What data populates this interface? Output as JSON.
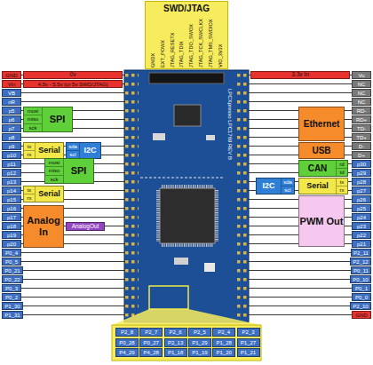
{
  "diagram": {
    "nodes": [
      {
        "text": [
          "SWD/JTAG",
          "GNDX",
          "EXT_POWX",
          "JTAG_RESETX",
          "JTAG_TDIX",
          "JTAG_TDO_SWOX",
          "JTAG_TCK_SWCLKX",
          "JTAG_TMS_SWDIOX",
          "VIO_3V3X"
        ]
      },
      {
        "text": [
          "GND"
        ]
      },
      {
        "text": [
          "Vin"
        ]
      },
      {
        "text": [
          "VB"
        ]
      },
      {
        "text": [
          "nR"
        ]
      },
      {
        "text": [
          "p5"
        ]
      },
      {
        "text": [
          "p6"
        ]
      },
      {
        "text": [
          "p7"
        ]
      },
      {
        "text": [
          "p8"
        ]
      },
      {
        "text": [
          "p9"
        ]
      },
      {
        "text": [
          "p10"
        ]
      },
      {
        "text": [
          "p11"
        ]
      },
      {
        "text": [
          "p12"
        ]
      },
      {
        "text": [
          "p13"
        ]
      },
      {
        "text": [
          "p14"
        ]
      },
      {
        "text": [
          "p15"
        ]
      },
      {
        "text": [
          "p16"
        ]
      },
      {
        "text": [
          "p17"
        ]
      },
      {
        "text": [
          "p18"
        ]
      },
      {
        "text": [
          "p19"
        ]
      },
      {
        "text": [
          "p20"
        ]
      },
      {
        "text": [
          "P0_4"
        ]
      },
      {
        "text": [
          "P0_5"
        ]
      },
      {
        "text": [
          "P0_21"
        ]
      },
      {
        "text": [
          "P0_22"
        ]
      },
      {
        "text": [
          "P0_3"
        ]
      },
      {
        "text": [
          "P0_2"
        ]
      },
      {
        "text": [
          "P1_30"
        ]
      },
      {
        "text": [
          "P1_31"
        ]
      },
      {
        "text": [
          "0v"
        ]
      },
      {
        "text": [
          "4.5v - 5.5v (or 5v SWD/JTAG)"
        ]
      },
      {
        "text": [
          "mosi",
          "miso",
          "sck",
          "SPI"
        ]
      },
      {
        "text": [
          "tx",
          "rx",
          "Serial"
        ]
      },
      {
        "text": [
          "sda",
          "scl",
          "I2C"
        ]
      },
      {
        "text": [
          "mosi",
          "miso",
          "sck",
          "SPI"
        ]
      },
      {
        "text": [
          "tx",
          "rx",
          "Serial"
        ]
      },
      {
        "text": [
          "Analog In"
        ]
      },
      {
        "text": [
          "AnalogOut"
        ]
      },
      {
        "text": [
          "3.3v In"
        ]
      },
      {
        "text": [
          "Vu"
        ]
      },
      {
        "text": [
          "NC"
        ]
      },
      {
        "text": [
          "NC"
        ]
      },
      {
        "text": [
          "NC"
        ]
      },
      {
        "text": [
          "RD-"
        ]
      },
      {
        "text": [
          "RD+"
        ]
      },
      {
        "text": [
          "TD-"
        ]
      },
      {
        "text": [
          "TD+"
        ]
      },
      {
        "text": [
          "D-"
        ]
      },
      {
        "text": [
          "D+"
        ]
      },
      {
        "text": [
          "p30"
        ]
      },
      {
        "text": [
          "p29"
        ]
      },
      {
        "text": [
          "p28"
        ]
      },
      {
        "text": [
          "p27"
        ]
      },
      {
        "text": [
          "p26"
        ]
      },
      {
        "text": [
          "p25"
        ]
      },
      {
        "text": [
          "p24"
        ]
      },
      {
        "text": [
          "p23"
        ]
      },
      {
        "text": [
          "p22"
        ]
      },
      {
        "text": [
          "p21"
        ]
      },
      {
        "text": [
          "P2_11"
        ]
      },
      {
        "text": [
          "P2_12"
        ]
      },
      {
        "text": [
          "P0_11"
        ]
      },
      {
        "text": [
          "P0_10"
        ]
      },
      {
        "text": [
          "P0_1"
        ]
      },
      {
        "text": [
          "P0_0"
        ]
      },
      {
        "text": [
          "P2_10"
        ]
      },
      {
        "text": [
          "GND"
        ]
      },
      {
        "text": [
          "Ethernet"
        ]
      },
      {
        "text": [
          "USB"
        ]
      },
      {
        "text": [
          "CAN",
          "rd",
          "td"
        ]
      },
      {
        "text": [
          "I2C",
          "sda",
          "scl"
        ]
      },
      {
        "text": [
          "Serial",
          "tx",
          "rx"
        ]
      },
      {
        "text": [
          "PWM Out"
        ]
      },
      {
        "text": [
          "P2_8"
        ]
      },
      {
        "text": [
          "P2_7"
        ]
      },
      {
        "text": [
          "P2_6"
        ]
      },
      {
        "text": [
          "P2_5"
        ]
      },
      {
        "text": [
          "P2_4"
        ]
      },
      {
        "text": [
          "P2_3"
        ]
      },
      {
        "text": [
          "P0_28"
        ]
      },
      {
        "text": [
          "P0_27"
        ]
      },
      {
        "text": [
          "P2_13"
        ]
      },
      {
        "text": [
          "P1_29"
        ]
      },
      {
        "text": [
          "P1_28"
        ]
      },
      {
        "text": [
          "P1_27"
        ]
      },
      {
        "text": [
          "P4_29"
        ]
      },
      {
        "text": [
          "P4_28"
        ]
      },
      {
        "text": [
          "P1_18"
        ]
      },
      {
        "text": [
          "P1_19"
        ]
      },
      {
        "text": [
          "P1_20"
        ]
      },
      {
        "text": [
          "P1_21"
        ]
      }
    ],
    "labels": [
      "LPCXpresso LPC1769 REV B"
    ]
  }
}
